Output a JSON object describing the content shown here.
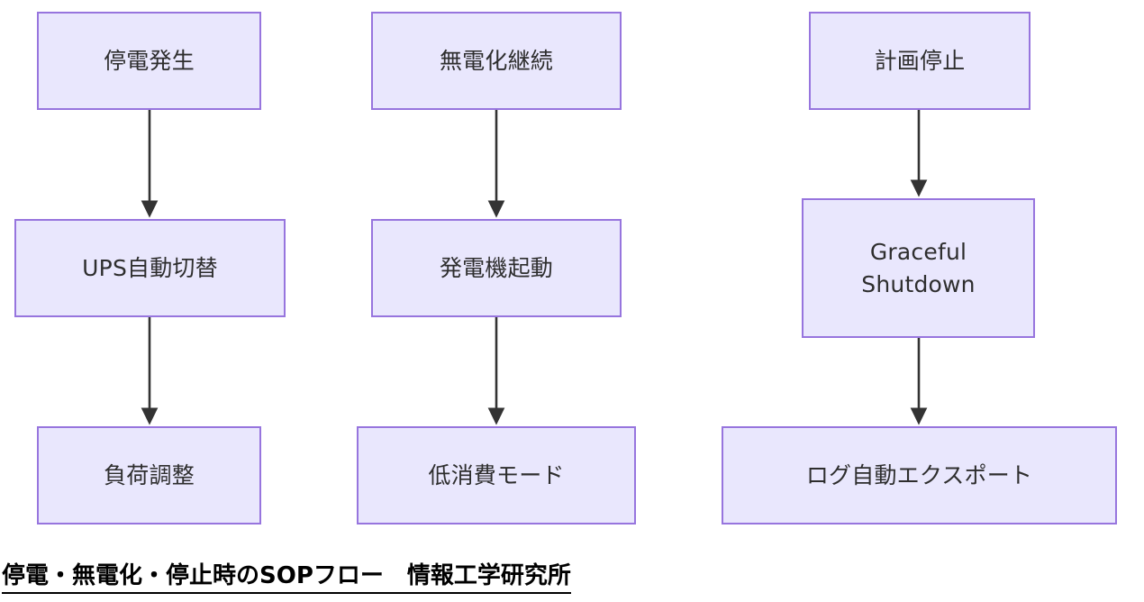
{
  "diagram": {
    "caption": "停電・無電化・停止時のSOPフロー　情報工学研究所",
    "colors": {
      "node_fill": "#e9e7fd",
      "node_border": "#9775de",
      "node_text": "#2e2e2e",
      "edge": "#333333",
      "caption_text": "#000000",
      "background": "#ffffff"
    },
    "columns": [
      {
        "id": "column-outage",
        "nodes": [
          {
            "id": "c1r1",
            "label": "停電発生"
          },
          {
            "id": "c1r2",
            "label": "UPS自動切替"
          },
          {
            "id": "c1r3",
            "label": "負荷調整"
          }
        ]
      },
      {
        "id": "column-blackout-continued",
        "nodes": [
          {
            "id": "c2r1",
            "label": "無電化継続"
          },
          {
            "id": "c2r2",
            "label": "発電機起動"
          },
          {
            "id": "c2r3",
            "label": "低消費モード"
          }
        ]
      },
      {
        "id": "column-planned-shutdown",
        "nodes": [
          {
            "id": "c3r1",
            "label": "計画停止"
          },
          {
            "id": "c3r2",
            "label": "Graceful\nShutdown"
          },
          {
            "id": "c3r3",
            "label": "ログ自動エクスポート"
          }
        ]
      }
    ],
    "edges": [
      {
        "id": "edge-c1r1-c1r2",
        "from": "停電発生",
        "to": "UPS自動切替"
      },
      {
        "id": "edge-c1r2-c1r3",
        "from": "UPS自動切替",
        "to": "負荷調整"
      },
      {
        "id": "edge-c2r1-c2r2",
        "from": "無電化継続",
        "to": "発電機起動"
      },
      {
        "id": "edge-c2r2-c2r3",
        "from": "発電機起動",
        "to": "低消費モード"
      },
      {
        "id": "edge-c3r1-c3r2",
        "from": "計画停止",
        "to": "Graceful Shutdown"
      },
      {
        "id": "edge-c3r2-c3r3",
        "from": "Graceful Shutdown",
        "to": "ログ自動エクスポート"
      }
    ]
  }
}
